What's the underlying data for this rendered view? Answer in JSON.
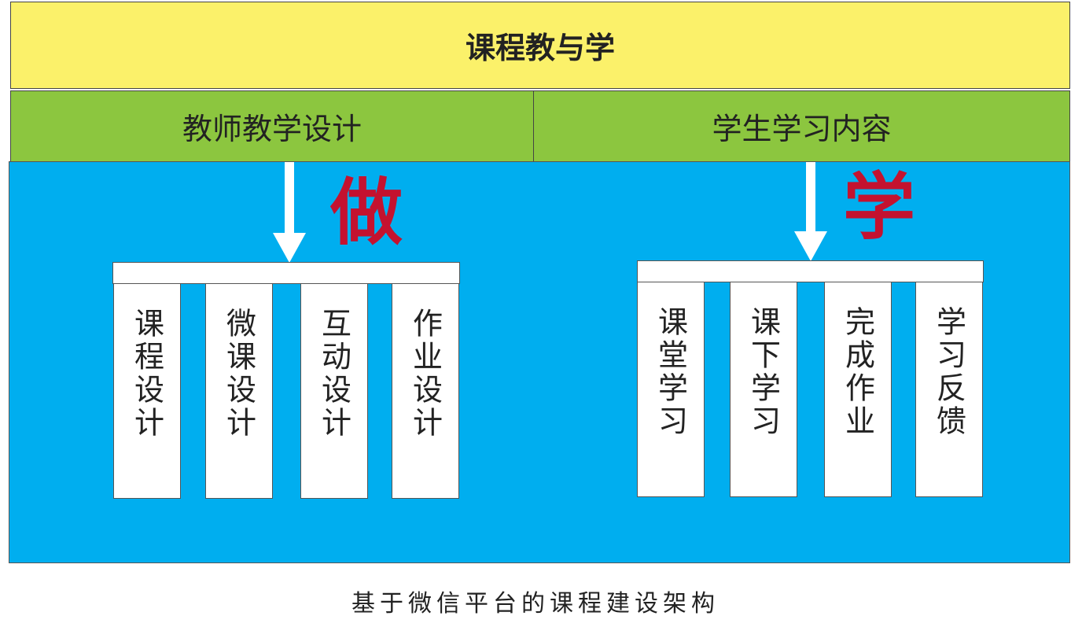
{
  "title": "课程教与学",
  "left_header": "教师教学设计",
  "right_header": "学生学习内容",
  "left_big": "做",
  "right_big": "学",
  "left_items": [
    "课程设计",
    "微课设计",
    "互动设计",
    "作业设计"
  ],
  "right_items": [
    "课堂学习",
    "课下学习",
    "完成作业",
    "学习反馈"
  ],
  "caption": "基于微信平台的课程建设架构",
  "colors": {
    "title_bg": "#fbf16a",
    "header_bg": "#8cc63f",
    "body_bg": "#00aeef",
    "accent_char": "#c4122f"
  }
}
